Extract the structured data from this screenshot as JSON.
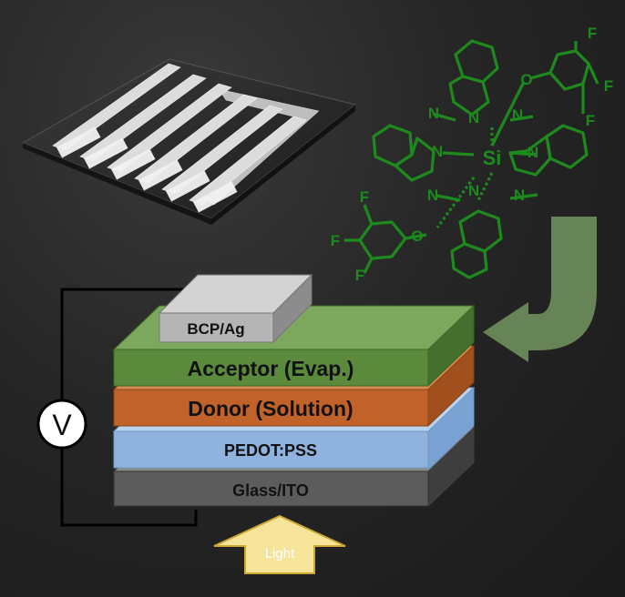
{
  "layers": {
    "top_contact": "BCP/Ag",
    "acceptor": "Acceptor (Evap.)",
    "donor": "Donor (Solution)",
    "hole_transport": "PEDOT:PSS",
    "substrate": "Glass/ITO"
  },
  "voltmeter_symbol": "V",
  "light_label": "Light",
  "molecule": {
    "central_atom": "Si",
    "fluorine": "F",
    "oxygen": "O",
    "nitrogen": "N"
  },
  "colors": {
    "acceptor": "#5b8a3c",
    "donor": "#c0622a",
    "pedot": "#8fb3dc",
    "glass": "#5c5c5c",
    "contact": "#b5b5b5",
    "molecule": "#1e8a1e",
    "light_arrow": "#f6e49a",
    "curved_arrow": "#6f8f5c"
  },
  "icons": {
    "device_photo": "solar-cell-photo-icon",
    "molecule": "silicon-phthalocyanine-structure-icon",
    "curved_arrow": "curved-arrow-icon",
    "light_arrow": "up-arrow-icon",
    "voltmeter": "voltmeter-icon"
  }
}
